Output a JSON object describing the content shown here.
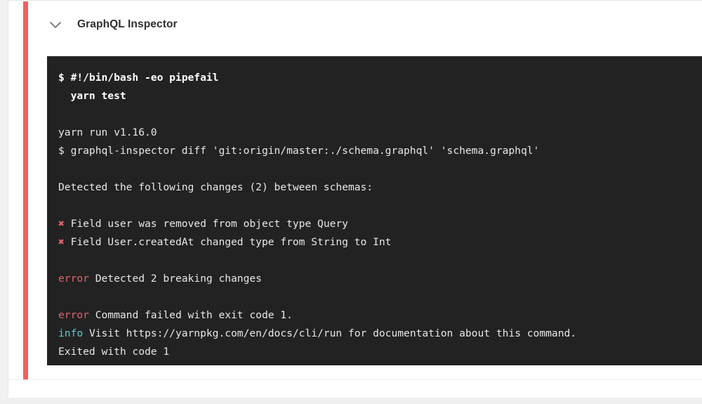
{
  "step": {
    "title": "GraphQL Inspector",
    "toggle_icon": "chevron-down-icon",
    "status_color": "#ee6161",
    "expanded": true
  },
  "terminal": {
    "background_color": "#222222",
    "text_color": "#e8e8e8",
    "error_color": "#e4616e",
    "info_color": "#4fd0d4",
    "lines": [
      {
        "id": "l1",
        "type": "command",
        "text": "$ #!/bin/bash -eo pipefail"
      },
      {
        "id": "l2",
        "type": "command",
        "text": "  yarn test"
      },
      {
        "id": "l3",
        "type": "blank",
        "text": ""
      },
      {
        "id": "l4",
        "type": "output",
        "text": "yarn run v1.16.0"
      },
      {
        "id": "l5",
        "type": "output",
        "text": "$ graphql-inspector diff 'git:origin/master:./schema.graphql' 'schema.graphql'"
      },
      {
        "id": "l6",
        "type": "blank",
        "text": ""
      },
      {
        "id": "l7",
        "type": "output",
        "text": "Detected the following changes (2) between schemas:"
      },
      {
        "id": "l8",
        "type": "blank",
        "text": ""
      },
      {
        "id": "l9",
        "type": "change",
        "marker": "✖",
        "text": " Field user was removed from object type Query"
      },
      {
        "id": "l10",
        "type": "change",
        "marker": "✖",
        "text": " Field User.createdAt changed type from String to Int"
      },
      {
        "id": "l11",
        "type": "blank",
        "text": ""
      },
      {
        "id": "l12",
        "type": "error",
        "label": "error",
        "text": " Detected 2 breaking changes"
      },
      {
        "id": "l13",
        "type": "blank",
        "text": ""
      },
      {
        "id": "l14",
        "type": "error",
        "label": "error",
        "text": " Command failed with exit code 1."
      },
      {
        "id": "l15",
        "type": "info",
        "label": "info",
        "text": " Visit https://yarnpkg.com/en/docs/cli/run for documentation about this command."
      },
      {
        "id": "l16",
        "type": "output",
        "text": "Exited with code 1"
      }
    ]
  }
}
